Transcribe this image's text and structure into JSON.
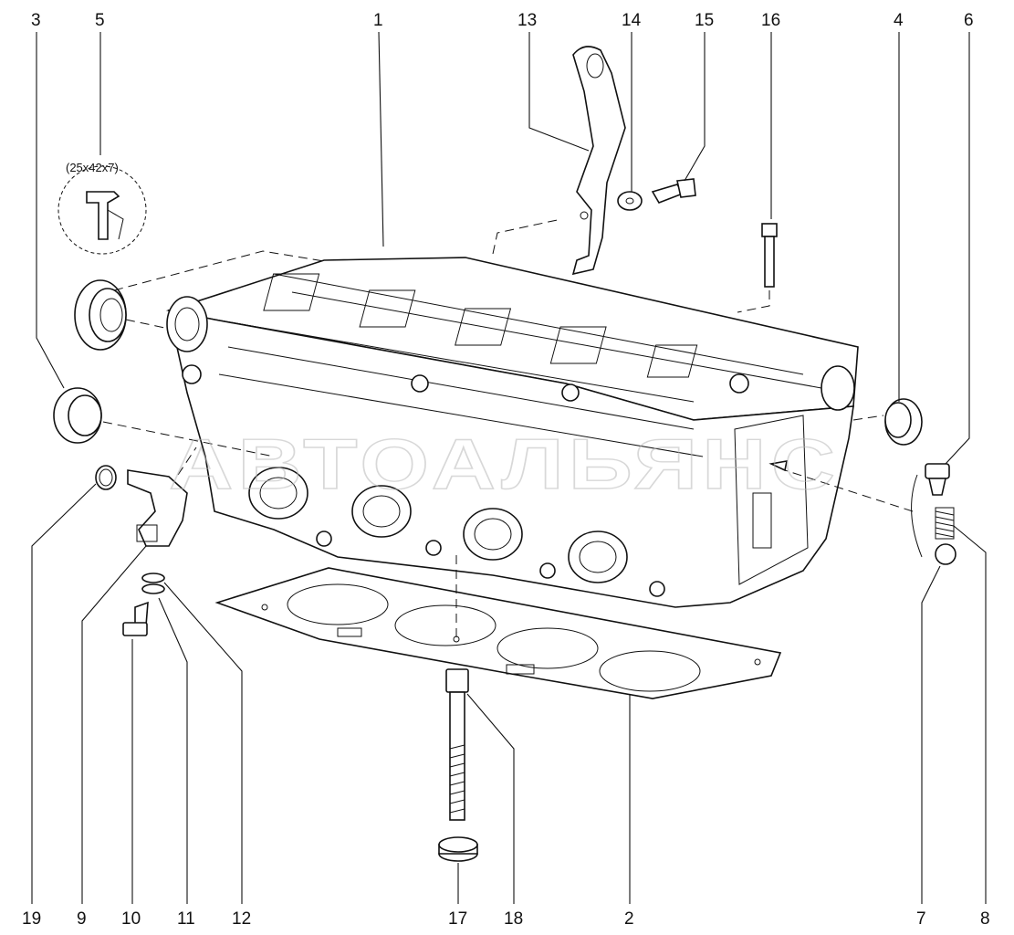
{
  "callouts": [
    {
      "id": "c1",
      "text": "1"
    },
    {
      "id": "c2",
      "text": "2"
    },
    {
      "id": "c3",
      "text": "3"
    },
    {
      "id": "c4",
      "text": "4"
    },
    {
      "id": "c5",
      "text": "5"
    },
    {
      "id": "c6",
      "text": "6"
    },
    {
      "id": "c7",
      "text": "7"
    },
    {
      "id": "c8",
      "text": "8"
    },
    {
      "id": "c9",
      "text": "9"
    },
    {
      "id": "c10",
      "text": "10"
    },
    {
      "id": "c11",
      "text": "11"
    },
    {
      "id": "c12",
      "text": "12"
    },
    {
      "id": "c13",
      "text": "13"
    },
    {
      "id": "c14",
      "text": "14"
    },
    {
      "id": "c15",
      "text": "15"
    },
    {
      "id": "c16",
      "text": "16"
    },
    {
      "id": "c17",
      "text": "17"
    },
    {
      "id": "c18",
      "text": "18"
    },
    {
      "id": "c19",
      "text": "19"
    }
  ],
  "seal_size_note": "(25x42x7)",
  "watermark": "АВТОАЛЬЯНС",
  "colors": {
    "line": "#111111",
    "background": "#ffffff",
    "watermark": "#b9b9b9"
  }
}
